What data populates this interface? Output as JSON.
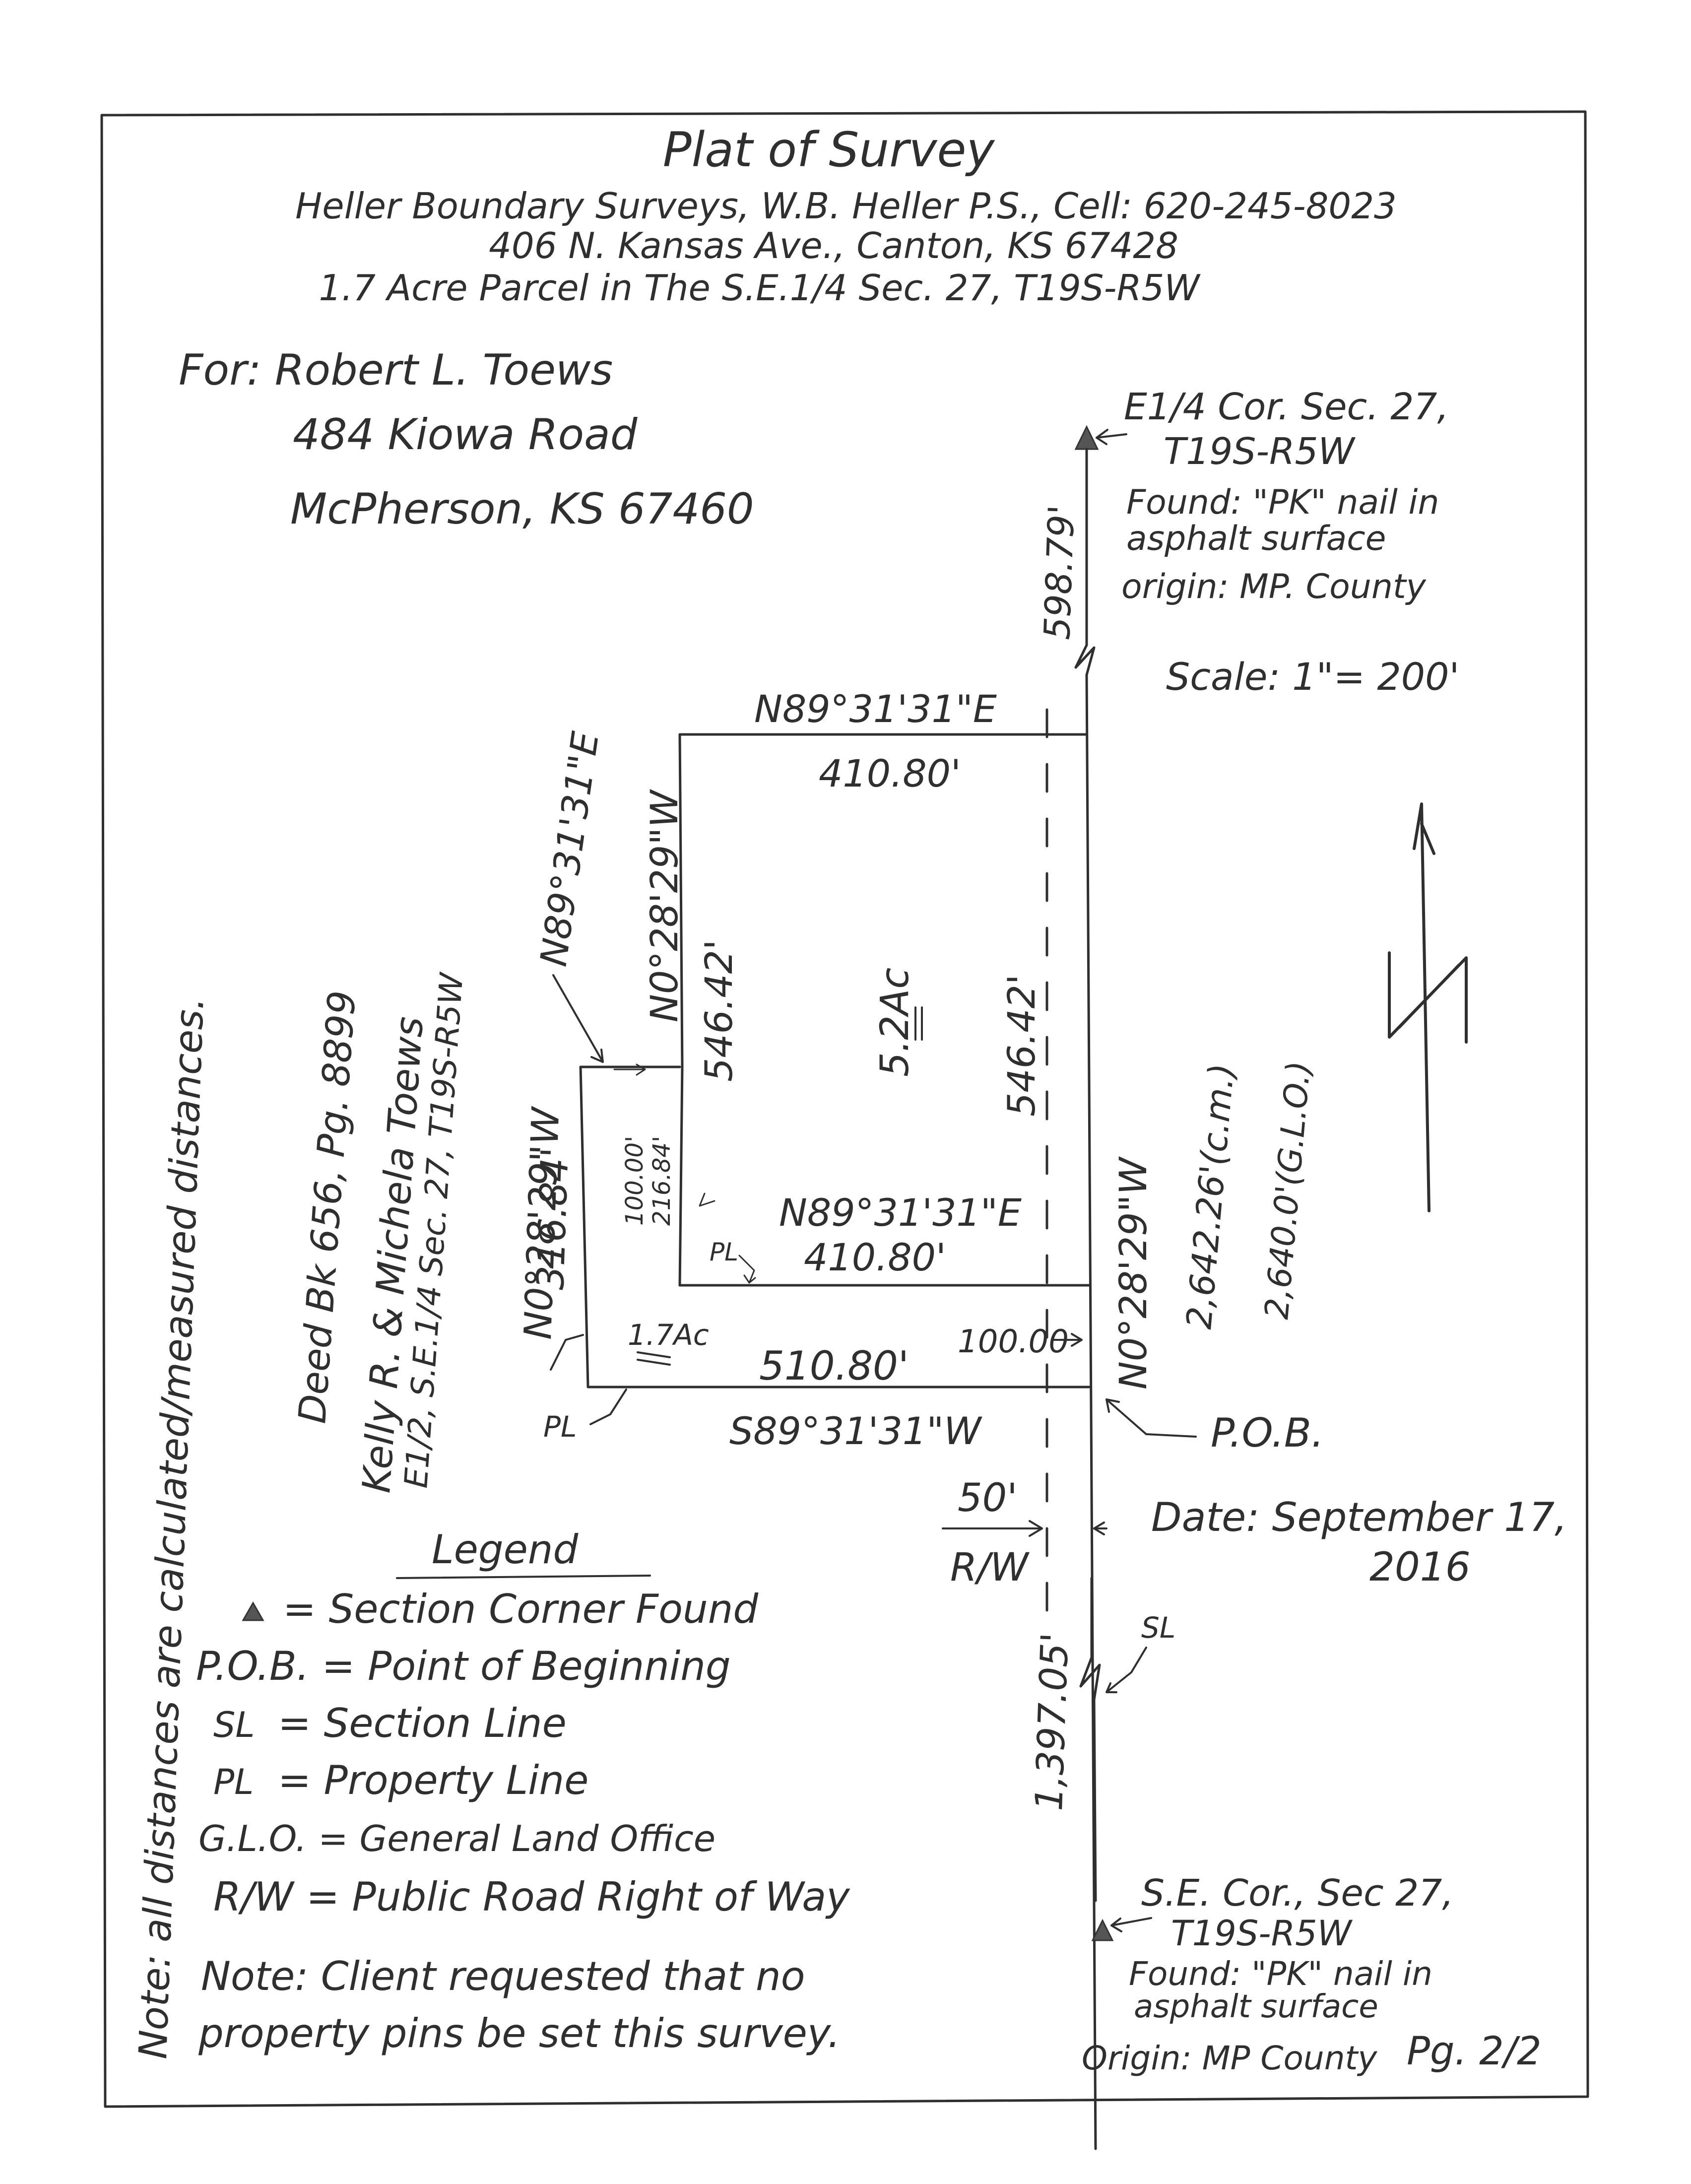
{
  "title": "Plat of Survey",
  "surveyor": {
    "line1": "Heller Boundary Surveys, W.B. Heller P.S., Cell: 620-245-8023",
    "line2": "406 N. Kansas Ave., Canton, KS 67428",
    "line3": "1.7 Acre Parcel in The S.E.1/4 Sec. 27, T19S-R5W"
  },
  "client": {
    "line1": "For: Robert L. Toews",
    "line2": "484 Kiowa Road",
    "line3": "McPherson, KS 67460"
  },
  "ne_corner": {
    "line1": "E1/4 Cor. Sec. 27,",
    "line2": "T19S-R5W",
    "line3": "Found: \"PK\" nail in",
    "line4": "asphalt surface",
    "line5": "origin: MP. County"
  },
  "scale": "Scale: 1\"= 200'",
  "dims": {
    "north_bearing": "N89°31'31\"E",
    "north_dist": "410.80'",
    "top_dist": "598.79'",
    "inner_west_bearing": "N0°28'29\"W",
    "inner_west_dist": "546.42'",
    "east_inner_dist": "546.42'",
    "area_large": "5.2Ac",
    "south_inner_bearing": "N89°31'31\"E",
    "south_inner_dist": "410.80'",
    "left_bearing_callout": "N89°31'31\"E",
    "offset_100": "100.00'",
    "offset_216": "216.84'",
    "west_bearing": "N0°28'29\"W",
    "west_dist": "316.84'",
    "area_small": "1.7Ac",
    "south_dist": "510.80'",
    "east_offset": "100.00",
    "south_bearing": "S89°31'31\"W",
    "east_bearing": "N0°28'29\"W",
    "section_cm": "2,642.26'(c.m.)",
    "section_glo": "2,640.0'(G.L.O.)",
    "pob": "P.O.B.",
    "rw_dist": "50'",
    "rw_label": "R/W",
    "bottom_dist": "1,397.05'",
    "pl_label": "PL",
    "sl_label": "SL"
  },
  "deed": {
    "line1": "Deed Bk 656, Pg. 8899",
    "line2": "Kelly R. & Michela Toews",
    "line3": "E1/2, S.E.1/4 Sec. 27, T19S-R5W"
  },
  "date": {
    "line1": "Date: September 17,",
    "line2": "2016"
  },
  "legend": {
    "title": "Legend",
    "items": [
      "= Section Corner Found",
      "P.O.B. = Point of Beginning",
      "= Section Line",
      "= Property Line",
      "G.L.O. = General Land Office",
      "R/W = Public Road Right of Way"
    ]
  },
  "note_side": "Note: all distances are calculated/measured distances.",
  "note_client": {
    "line1": "Note: Client requested that no",
    "line2": "property pins be set this survey."
  },
  "se_corner": {
    "line1": "S.E. Cor., Sec 27,",
    "line2": "T19S-R5W",
    "line3": "Found: \"PK\" nail in",
    "line4": "asphalt surface",
    "line5": "Origin: MP County"
  },
  "page": "Pg. 2/2",
  "colors": {
    "ink": "#2f2f2f",
    "paper": "#ffffff"
  }
}
